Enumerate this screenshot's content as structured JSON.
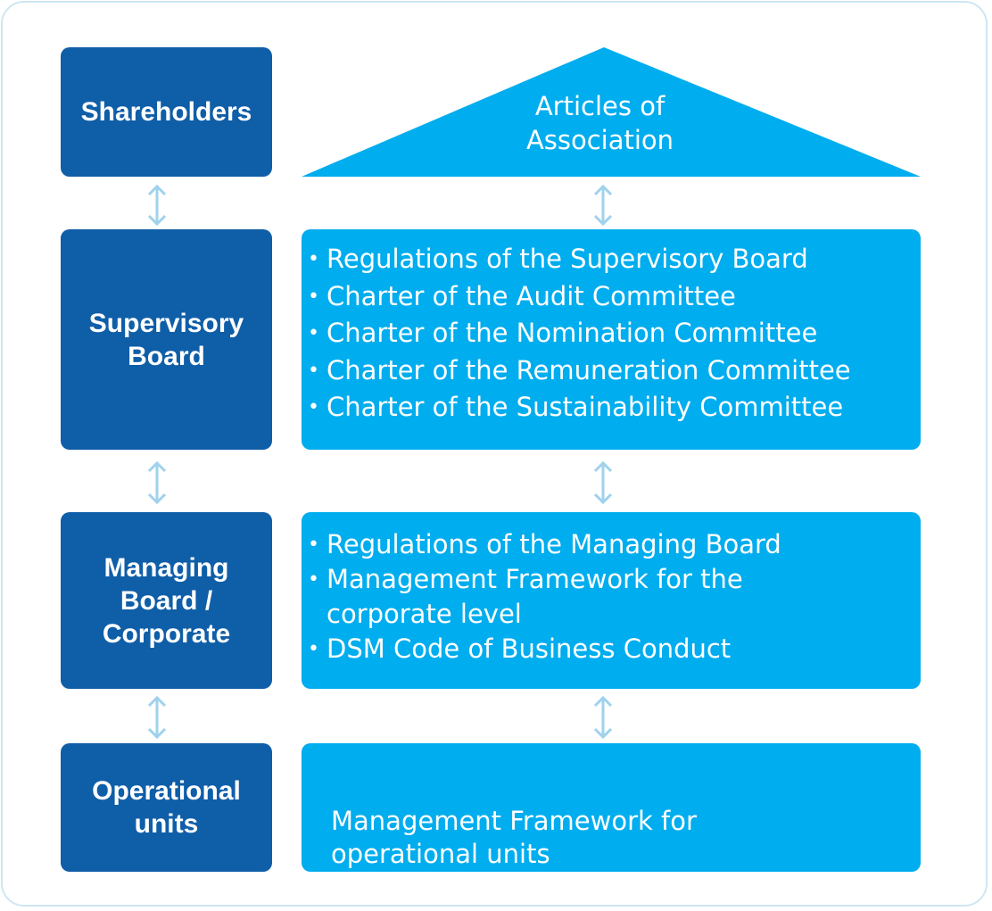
{
  "colors": {
    "dark_blue": "#0f5ea8",
    "light_blue": "#00adee",
    "arrow": "#9fd2ec",
    "frame_border": "#cfe6f3"
  },
  "governance_bodies": {
    "shareholders": "Shareholders",
    "supervisory_board": "Supervisory\nBoard",
    "managing_board": "Managing\nBoard /\nCorporate",
    "operational_units": "Operational\nunits"
  },
  "articles": {
    "label": "Articles of\nAssociation"
  },
  "supervisory_documents": {
    "items": [
      "Regulations of the Supervisory Board",
      "Charter of the Audit Committee",
      "Charter of the Nomination Committee",
      "Charter of the Remuneration Committee",
      "Charter of the Sustainability Committee"
    ]
  },
  "managing_documents": {
    "items": [
      "Regulations of the Managing Board",
      "Management Framework for the\n corporate level",
      "DSM Code of Business Conduct"
    ]
  },
  "operational_documents": {
    "text": "Management Framework for\noperational units"
  },
  "icons": {
    "bullet": "•",
    "connector": "double-headed-arrow-icon"
  }
}
